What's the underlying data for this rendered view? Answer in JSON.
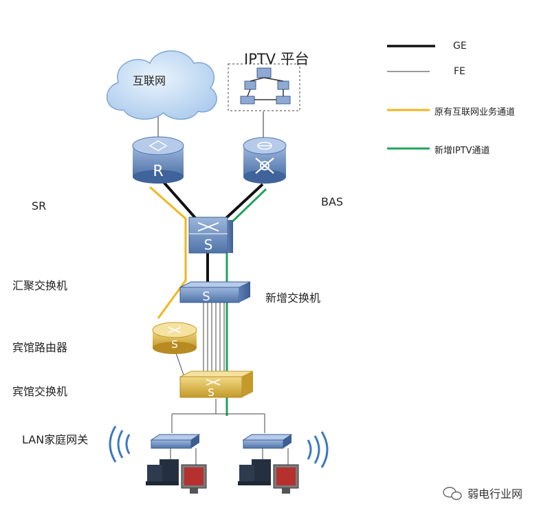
{
  "title": "IPTV 平台",
  "legend": [
    {
      "label": "GE",
      "color": "#111111",
      "style": "thick"
    },
    {
      "label": "FE",
      "color": "#333333",
      "style": "thin"
    },
    {
      "label": "原有互联网业务通道",
      "color": "#F2B61C",
      "style": "medium"
    },
    {
      "label": "新增IPTV通道",
      "color": "#1FA35B",
      "style": "medium"
    }
  ],
  "nodes": {
    "internet": "互联网",
    "sr": "SR",
    "bas": "BAS",
    "agg_switch": "汇聚交换机",
    "new_switch": "新增交换机",
    "hotel_router": "宾馆路由器",
    "hotel_switch": "宾馆交换机",
    "lan_gateway": "LAN家庭网关"
  },
  "device_glyphs": {
    "router_letter": "R",
    "switch_letter": "S"
  },
  "watermark": "弱电行业网",
  "colors": {
    "device_blue": "#6E8FBF",
    "device_gold": "#D9B441",
    "yellow_path": "#F2B61C",
    "green_path": "#1FA35B",
    "cloud_blue": "#CFE3F7"
  }
}
